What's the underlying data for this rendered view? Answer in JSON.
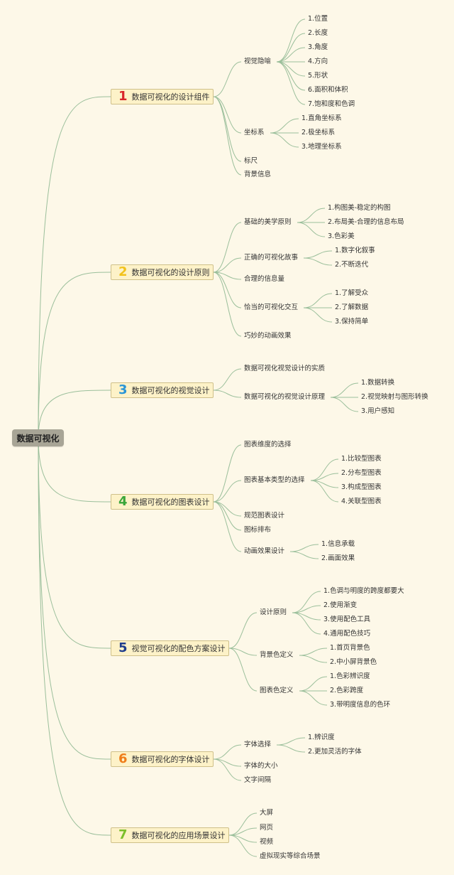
{
  "root": "数据可视化",
  "branches": [
    {
      "number": "1",
      "color": "#d9262a",
      "label": "数据可视化的设计组件",
      "children": [
        {
          "label": "视觉隐喻",
          "children": [
            "1.位置",
            "2.长度",
            "3.角度",
            "4.方向",
            "5.形状",
            "6.面积和体积",
            "7.饱和度和色调"
          ]
        },
        {
          "label": "坐标系",
          "children": [
            "1.直角坐标系",
            "2.极坐标系",
            "3.地理坐标系"
          ]
        },
        {
          "label": "标尺",
          "children": []
        },
        {
          "label": "背景信息",
          "children": []
        }
      ]
    },
    {
      "number": "2",
      "color": "#f2c21b",
      "label": "数据可视化的设计原则",
      "children": [
        {
          "label": "基础的美学原则",
          "children": [
            "1.构图美-稳定的构图",
            "2.布局美-合理的信息布局",
            "3.色彩美"
          ]
        },
        {
          "label": "正确的可视化故事",
          "children": [
            "1.数字化叙事",
            "2.不断迭代"
          ]
        },
        {
          "label": "合理的信息量",
          "children": []
        },
        {
          "label": "恰当的可视化交互",
          "children": [
            "1.了解受众",
            "2.了解数据",
            "3.保持简单"
          ]
        },
        {
          "label": "巧妙的动画效果",
          "children": []
        }
      ]
    },
    {
      "number": "3",
      "color": "#2a95d6",
      "label": "数据可视化的视觉设计",
      "children": [
        {
          "label": "数据可视化视觉设计的实质",
          "children": []
        },
        {
          "label": "数据可视化的视觉设计原理",
          "children": [
            "1.数据转换",
            "2.视觉映射与图形转换",
            "3.用户感知"
          ]
        }
      ]
    },
    {
      "number": "4",
      "color": "#3aa63a",
      "label": "数据可视化的图表设计",
      "children": [
        {
          "label": "图表维度的选择",
          "children": []
        },
        {
          "label": "图表基本类型的选择",
          "children": [
            "1.比较型图表",
            "2.分布型图表",
            "3.构成型图表",
            "4.关联型图表"
          ]
        },
        {
          "label": "规范图表设计",
          "children": []
        },
        {
          "label": "图标排布",
          "children": []
        },
        {
          "label": "动画效果设计",
          "children": [
            "1.信息承载",
            "2.画面效果"
          ]
        }
      ]
    },
    {
      "number": "5",
      "color": "#1e3c8c",
      "label": "视觉可视化的配色方案设计",
      "children": [
        {
          "label": "设计原则",
          "children": [
            "1.色调与明度的跨度都要大",
            "2.使用渐变",
            "3.使用配色工具",
            "4.通用配色技巧"
          ]
        },
        {
          "label": "背景色定义",
          "children": [
            "1.首页背景色",
            "2.中小屏背景色"
          ]
        },
        {
          "label": "图表色定义",
          "children": [
            "1.色彩辨识度",
            "2.色彩跨度",
            "3.带明度信息的色环"
          ]
        }
      ]
    },
    {
      "number": "6",
      "color": "#ef7d1a",
      "label": "数据可视化的字体设计",
      "children": [
        {
          "label": "字体选择",
          "children": [
            "1.辨识度",
            "2.更加灵活的字体"
          ]
        },
        {
          "label": "字体的大小",
          "children": []
        },
        {
          "label": "文字间隔",
          "children": []
        }
      ]
    },
    {
      "number": "7",
      "color": "#7cbf2a",
      "label": "数据可视化的应用场景设计",
      "children": [
        {
          "label": "大屏",
          "children": []
        },
        {
          "label": "网页",
          "children": []
        },
        {
          "label": "视频",
          "children": []
        },
        {
          "label": "虚拟现实等综合场景",
          "children": []
        }
      ]
    }
  ]
}
